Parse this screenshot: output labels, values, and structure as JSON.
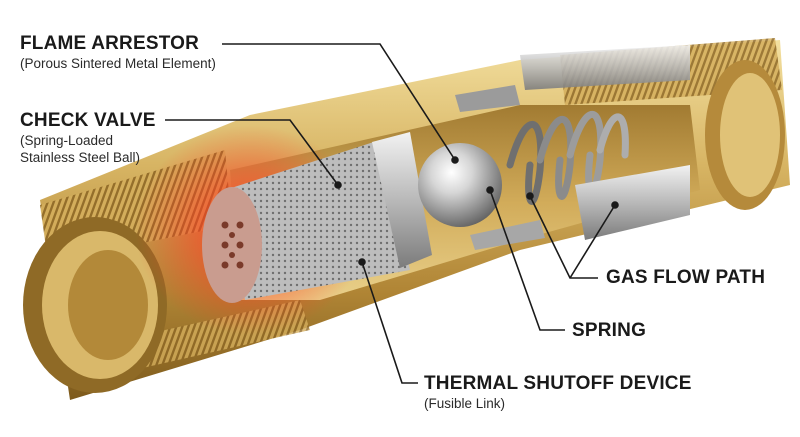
{
  "labels": {
    "flame_arrestor": {
      "title": "FLAME ARRESTOR",
      "sub": "(Porous Sintered Metal Element)"
    },
    "check_valve": {
      "title": "CHECK VALVE",
      "sub1": "(Spring-Loaded",
      "sub2": "Stainless Steel Ball)"
    },
    "gas_flow_path": {
      "title": "GAS FLOW PATH"
    },
    "spring": {
      "title": "SPRING"
    },
    "thermal_shutoff": {
      "title": "THERMAL SHUTOFF DEVICE",
      "sub": "(Fusible Link)"
    }
  },
  "colors": {
    "brass_light": "#e9cf85",
    "brass_mid": "#c9a24e",
    "brass_dark": "#8a6420",
    "steel": "#c8c8c8",
    "glow": "#ff2a1a",
    "leader": "#1a1a1a"
  }
}
